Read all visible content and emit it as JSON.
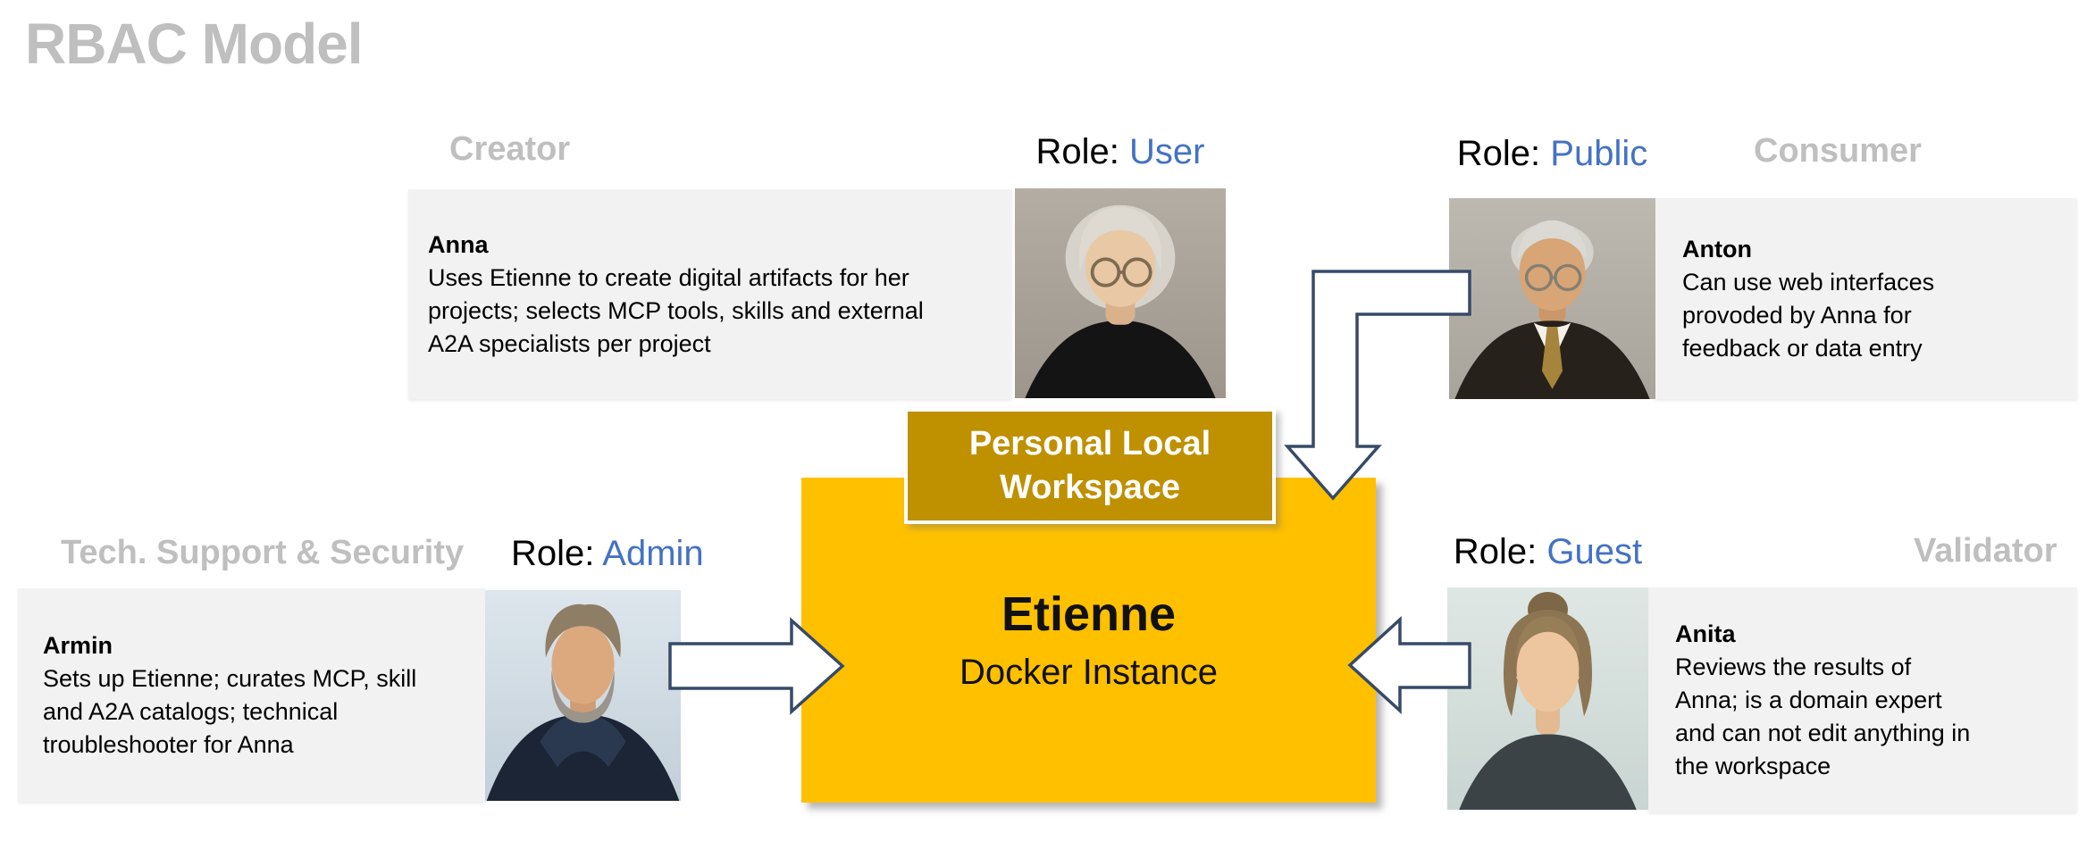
{
  "title": "RBAC Model",
  "role_prefix": "Role:",
  "colors": {
    "accent_blue": "#4472C4",
    "label_gray": "#BFBFBF",
    "panel_gray": "#F2F2F2",
    "box_yellow": "#FFC000",
    "box_gold": "#BF9000",
    "arrow_outline": "#374A68"
  },
  "center": {
    "workspace_label": "Personal Local Workspace",
    "instance_name": "Etienne",
    "instance_subtitle": "Docker Instance"
  },
  "people": [
    {
      "name": "Anna",
      "group_label": "Creator",
      "role": "User",
      "description": "Uses Etienne to create digital artifacts for her projects; selects MCP tools, skills and external A2A specialists per project"
    },
    {
      "name": "Anton",
      "group_label": "Consumer",
      "role": "Public",
      "description": "Can use web interfaces provoded by Anna for feedback or data entry"
    },
    {
      "name": "Armin",
      "group_label": "Tech. Support & Security",
      "role": "Admin",
      "description": "Sets up Etienne; curates MCP, skill and A2A catalogs; technical troubleshooter for Anna"
    },
    {
      "name": "Anita",
      "group_label": "Validator",
      "role": "Guest",
      "description": "Reviews the results of Anna; is a domain expert and can not edit anything in the workspace"
    }
  ]
}
